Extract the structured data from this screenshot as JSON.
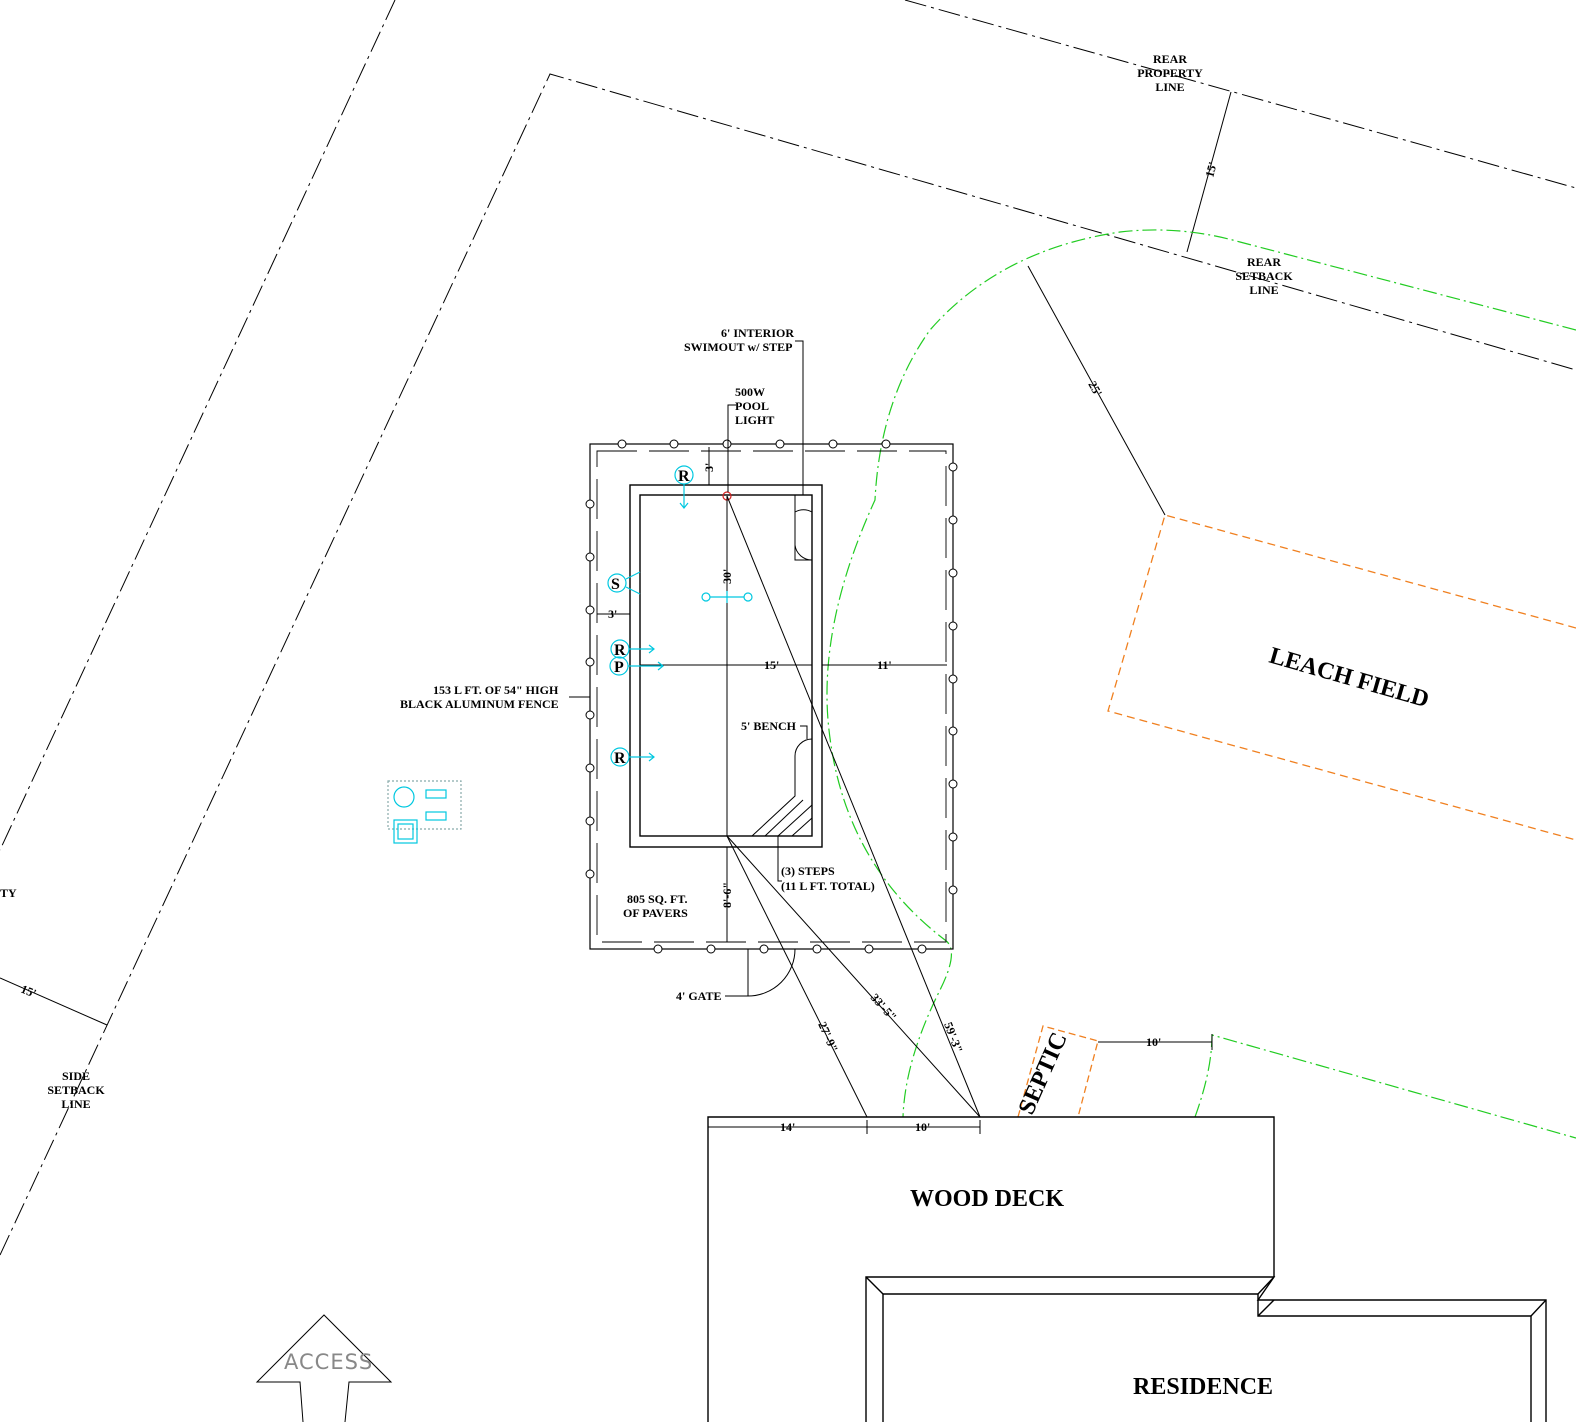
{
  "labels": {
    "rear_property_line": [
      "REAR",
      "PROPERTY",
      "LINE"
    ],
    "rear_setback_line": [
      "REAR",
      "SETBACK",
      "LINE"
    ],
    "side_setback_line": [
      "SIDE",
      "SETBACK",
      "LINE"
    ],
    "side_property_fragment": "TY",
    "swimout": [
      "6' INTERIOR",
      "SWIMOUT w/ STEP"
    ],
    "pool_light": [
      "500W",
      "POOL",
      "LIGHT"
    ],
    "fence": [
      "153 L FT. OF 54\" HIGH",
      "BLACK ALUMINUM FENCE"
    ],
    "bench": "5' BENCH",
    "steps": [
      "(3) STEPS",
      "(11 L FT. TOTAL)"
    ],
    "pavers": [
      "805 SQ. FT.",
      "OF PAVERS"
    ],
    "gate": "4' GATE",
    "leach_field": "LEACH FIELD",
    "septic": "SEPTIC",
    "wood_deck": "WOOD DECK",
    "residence": "RESIDENCE",
    "access": "ACCESS"
  },
  "dimensions": {
    "rear_setback": "15'",
    "side_setback": "15'",
    "leach_offset": "25'",
    "pool_length": "30'",
    "pool_width": "15'",
    "right_clear": "11'",
    "top_clear": "3'",
    "left_clear": "3'",
    "bottom_clear": "8'-6\"",
    "diag_1": "27'-9\"",
    "diag_2": "33'-5\"",
    "diag_3": "59'-3\"",
    "septic_offset": "10'",
    "deck_14": "14'",
    "deck_10": "10'"
  },
  "equipment_symbols": {
    "returns": "R",
    "skimmer": "S",
    "pump": "P"
  },
  "colors": {
    "linework": "#000000",
    "equipment": "#00c8e0",
    "green_boundary": "#22cc22",
    "leach_outline": "#f08020",
    "light_marker": "#d02020"
  }
}
